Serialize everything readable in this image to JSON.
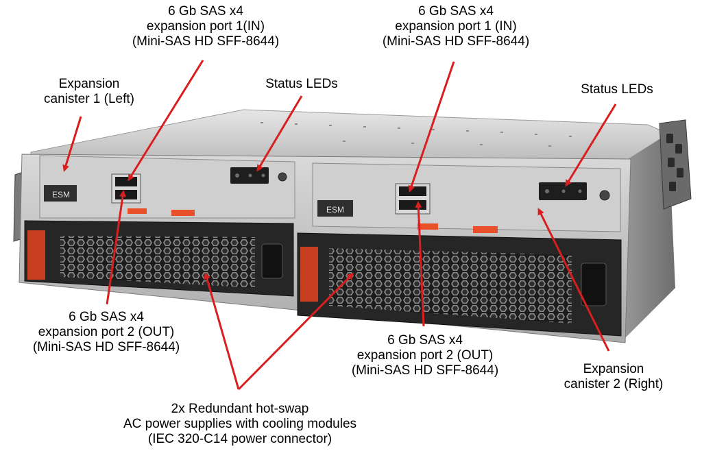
{
  "colors": {
    "arrow": "#d81e1e",
    "chassis_top": "#d4d4d4",
    "chassis_face": "#bdbdbd",
    "canister_panel": "#cfcfcf",
    "psu_body": "#2a2a2a",
    "handle": "#e8502a",
    "text": "#000000"
  },
  "device": {
    "esm_left": "ESM",
    "esm_right": "ESM"
  },
  "labels": {
    "port1_left": {
      "line1": "6 Gb SAS x4",
      "line2": "expansion port 1(IN)",
      "line3": "(Mini-SAS HD SFF-8644)"
    },
    "port1_right": {
      "line1": "6 Gb SAS x4",
      "line2": "expansion port 1 (IN)",
      "line3": "(Mini-SAS HD SFF-8644)"
    },
    "canister_left": {
      "line1": "Expansion",
      "line2": "canister 1 (Left)"
    },
    "status_left": {
      "line1": "Status LEDs"
    },
    "status_right": {
      "line1": "Status LEDs"
    },
    "port2_left": {
      "line1": "6 Gb SAS x4",
      "line2": "expansion port 2 (OUT)",
      "line3": "(Mini-SAS HD SFF-8644)"
    },
    "port2_right": {
      "line1": "6 Gb SAS x4",
      "line2": "expansion port 2 (OUT)",
      "line3": "(Mini-SAS HD SFF-8644)"
    },
    "canister_right": {
      "line1": "Expansion",
      "line2": "canister 2 (Right)"
    },
    "psu": {
      "line1": "2x Redundant hot-swap",
      "line2": "AC power supplies with cooling modules",
      "line3": "(IEC 320-C14 power connector)"
    }
  }
}
